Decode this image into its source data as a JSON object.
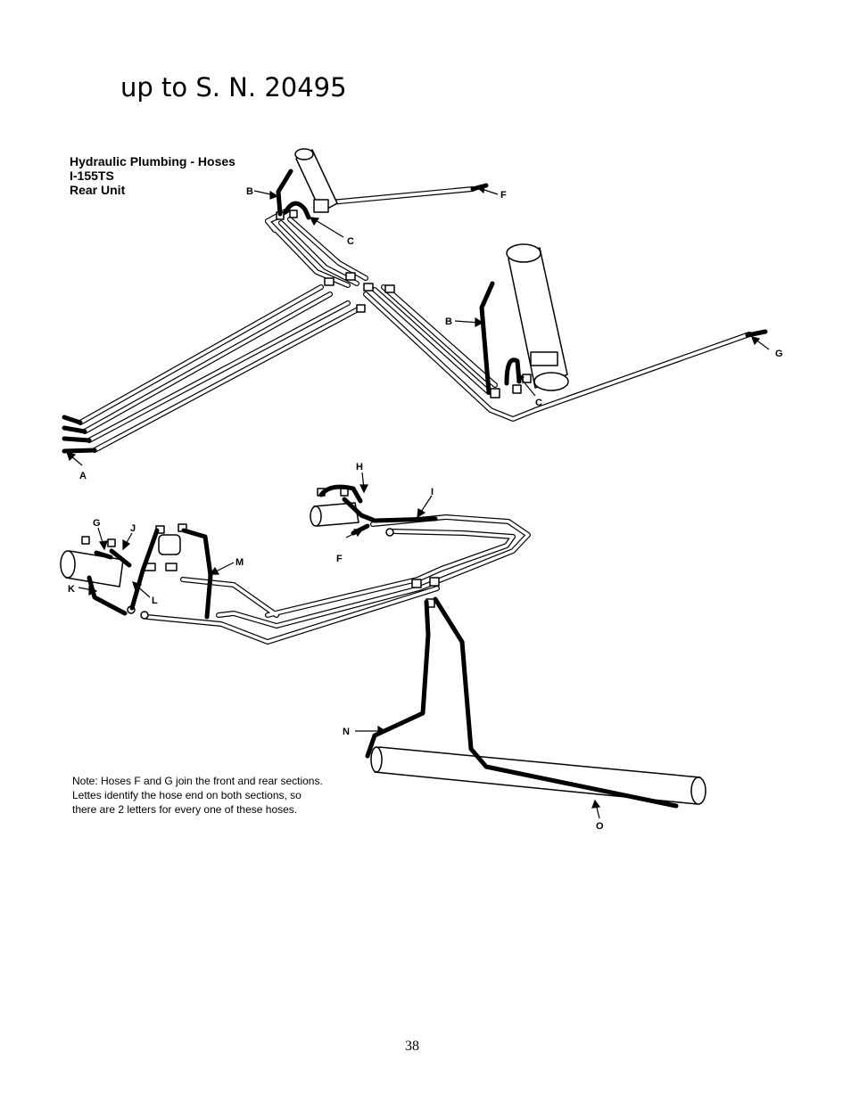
{
  "header": {
    "text": "up to S. N. 20495"
  },
  "diagram": {
    "title_lines": [
      "Hydraulic Plumbing - Hoses",
      "I-155TS",
      "Rear Unit"
    ],
    "labels": {
      "A": "A",
      "B1": "B",
      "B2": "B",
      "C1": "C",
      "C2": "C",
      "F1": "F",
      "G1": "G",
      "H": "H",
      "I": "I",
      "G2": "G",
      "J": "J",
      "K": "K",
      "L": "L",
      "M": "M",
      "F2": "F",
      "N": "N",
      "O": "O"
    },
    "note_lines": [
      "Note: Hoses F and G join the front and rear sections.",
      "Lettes identify the hose end on both sections, so",
      "there are 2 letters for every one of these hoses."
    ]
  },
  "footer": {
    "page_number": "38"
  }
}
